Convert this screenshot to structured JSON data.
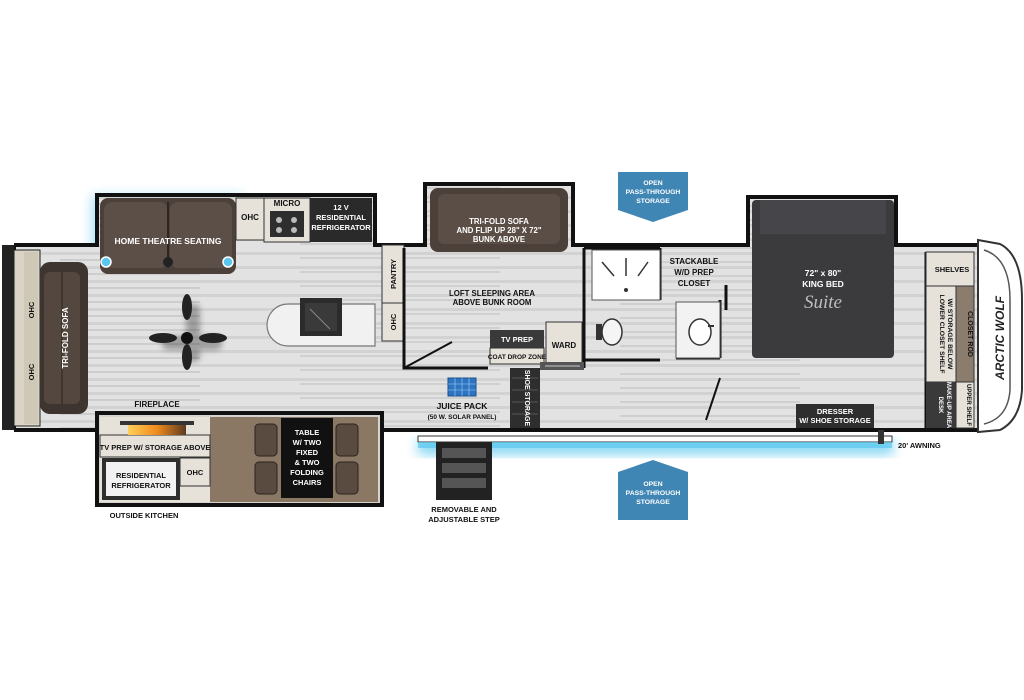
{
  "labels": {
    "open_storage_top": [
      "OPEN",
      "PASS-THROUGH",
      "STORAGE"
    ],
    "open_storage_bottom": [
      "OPEN",
      "PASS-THROUGH",
      "STORAGE"
    ],
    "micro": "MICRO",
    "ohc_top": "OHC",
    "refrigerator_12v": [
      "12 V",
      "RESIDENTIAL",
      "REFRIGERATOR"
    ],
    "home_theatre": "HOME THEATRE SEATING",
    "trifold_sofa_bunk": [
      "TRI-FOLD SOFA",
      "AND FLIP UP 28\" X 72\"",
      "BUNK ABOVE"
    ],
    "stackable_closet": [
      "STACKABLE",
      "W/D PREP",
      "CLOSET"
    ],
    "king_bed": [
      "72\" x 80\"",
      "KING BED"
    ],
    "suite_logo": "Suite",
    "shelves": "SHELVES",
    "pantry": "PANTRY",
    "ohc_kitchen": "OHC",
    "ohc_front_left": "OHC",
    "ohc_front_right": "OHC",
    "trifold_sofa": "TRI-FOLD SOFA",
    "loft": [
      "LOFT SLEEPING AREA",
      "ABOVE BUNK ROOM"
    ],
    "tv_prep": "TV PREP",
    "coat_drop": "COAT DROP ZONE",
    "ward": "WARD",
    "closet_rod": "CLOSET ROD",
    "lower_closet": [
      "LOWER CLOSET SHELF",
      "W/ STORAGE BELOW"
    ],
    "fireplace": "FIREPLACE",
    "juice_pack": [
      "JUICE PACK",
      "(50 W. SOLAR PANEL)"
    ],
    "shoe_storage": "SHOE STORAGE",
    "dresser": [
      "DRESSER",
      "W/ SHOE STORAGE"
    ],
    "desk": [
      "DESK",
      "MAKE-UP AREA"
    ],
    "upper_shelf": "UPPER SHELF",
    "tv_prep_outside": "TV PREP W/ STORAGE ABOVE",
    "table": [
      "TABLE",
      "W/ TWO",
      "FIXED",
      "& TWO",
      "FOLDING",
      "CHAIRS"
    ],
    "residential_fridge_outside": [
      "RESIDENTIAL",
      "REFRIGERATOR"
    ],
    "ohc_outside": "OHC",
    "outside_kitchen": "OUTSIDE KITCHEN",
    "awning": "20' AWNING",
    "step": [
      "REMOVABLE AND",
      "ADJUSTABLE STEP"
    ],
    "brand_cap": "ARCTIC WOLF"
  },
  "colors": {
    "wall": "#111111",
    "floor": "#dcdcdc",
    "floor_stripe": "#c9c9c9",
    "sofa": "#4a3f38",
    "cabinet": "#e6e2da",
    "cabinet_dark": "#8b7d6d",
    "bed": "#3a3a3d",
    "counter_brown": "#8a7764",
    "storage_blue": "#3f86b4",
    "glow": "#59c7ef",
    "hearth": "#f39a2a"
  }
}
